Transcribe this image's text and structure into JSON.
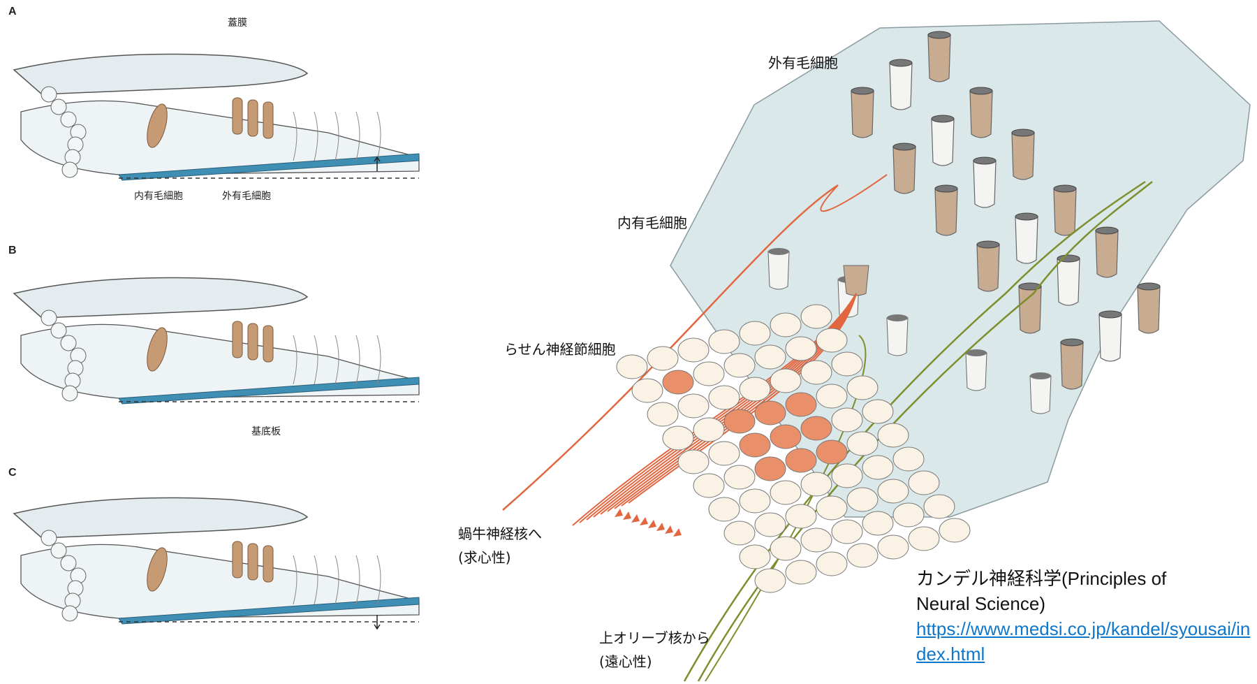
{
  "left_panel": {
    "panels": [
      {
        "letter": "A"
      },
      {
        "letter": "B"
      },
      {
        "letter": "C"
      }
    ],
    "labels": {
      "tectorial_membrane": "蓋膜",
      "inner_hair_cell": "内有毛細胞",
      "outer_hair_cell": "外有毛細胞",
      "basilar_membrane": "基底板"
    }
  },
  "right_panel": {
    "labels": {
      "outer_hair_cells": "外有毛細胞",
      "inner_hair_cells": "内有毛細胞",
      "spiral_ganglion": "らせん神経節細胞",
      "to_cochlear_nucleus_line1": "蝸牛神経核へ",
      "to_cochlear_nucleus_line2": "(求心性)",
      "from_superior_olive_line1": "上オリーブ核から",
      "from_superior_olive_line2": "(遠心性)"
    }
  },
  "credit": {
    "title_line1": "カンデル神経科学(Principles of",
    "title_line2": "Neural Science)",
    "url": "https://www.medsi.co.jp/kandel/syousai/index.html"
  },
  "colors": {
    "afferent": "#e2663f",
    "efferent": "#7e8e2c",
    "hair_cell": "#c69a72",
    "membrane": "#dbe8ea",
    "basilar": "#3f8fb5",
    "link": "#0f76c9"
  }
}
